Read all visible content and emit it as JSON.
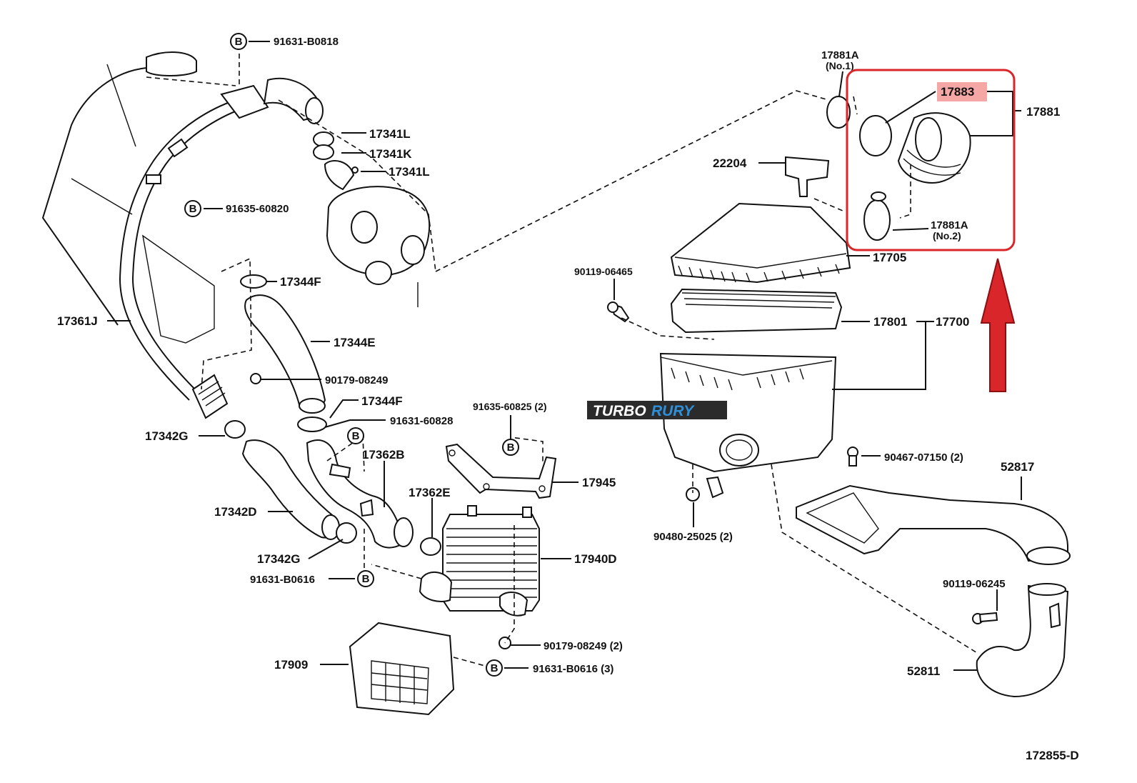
{
  "diagram": {
    "watermark": {
      "part1": "TURBO",
      "part2": "RURY"
    },
    "highlight": {
      "part_number": "17883"
    },
    "drawing_number": "172855-D",
    "bolt_marker": "B",
    "labels": {
      "p91631_B0818": "91631-B0818",
      "p17341L_top": "17341L",
      "p17341K": "17341K",
      "p17341L_bottom": "17341L",
      "p91635_60820": "91635-60820",
      "p17344F_top": "17344F",
      "p17361J": "17361J",
      "p17344E": "17344E",
      "p90179_08249": "90179-08249",
      "p17344F_bottom": "17344F",
      "p91631_60828": "91631-60828",
      "p17342G_top": "17342G",
      "p17362B": "17362B",
      "p91635_60825": "91635-60825 (2)",
      "p17945": "17945",
      "p17362E": "17362E",
      "p17342D": "17342D",
      "p17342G_bottom": "17342G",
      "p17940D": "17940D",
      "p91631_B0616": "91631-B0616",
      "p90179_08249_2": "90179-08249 (2)",
      "p17909": "17909",
      "p91631_B0616_3": "91631-B0616 (3)",
      "p17881A_no1": "17881A",
      "p17881A_no1_sub": "(No.1)",
      "p17881": "17881",
      "p22204": "22204",
      "p17881A_no2": "17881A",
      "p17881A_no2_sub": "(No.2)",
      "p17705": "17705",
      "p90119_06465": "90119-06465",
      "p17801": "17801",
      "p17700": "17700",
      "p90467_07150": "90467-07150 (2)",
      "p52817": "52817",
      "p90480_25025": "90480-25025 (2)",
      "p90119_06245": "90119-06245",
      "p52811": "52811"
    }
  }
}
